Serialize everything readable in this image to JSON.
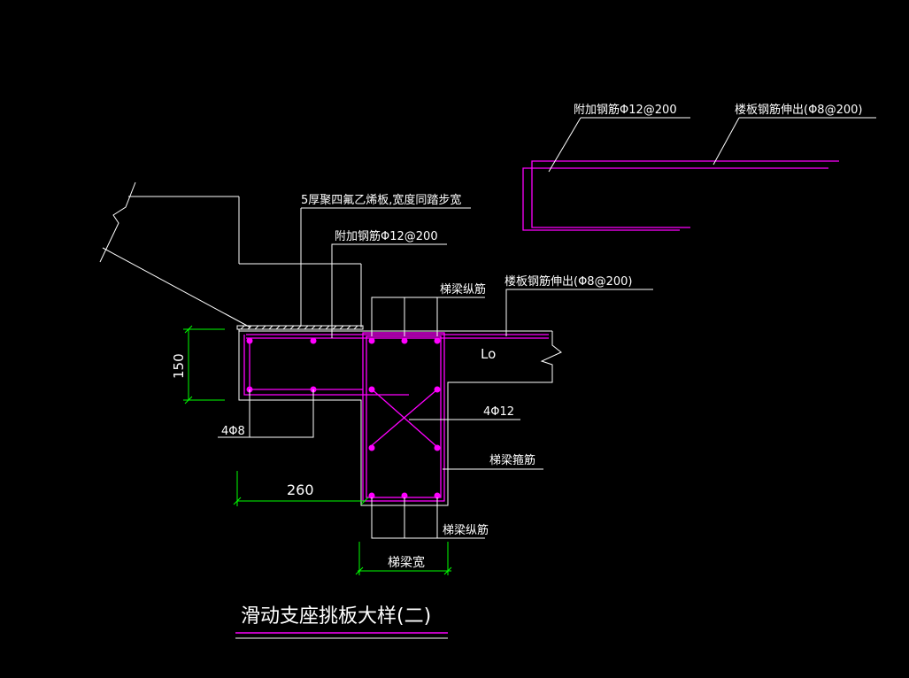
{
  "labels": {
    "top_additional_rebar": "附加钢筋Φ12@200",
    "top_slab_rebar": "楼板钢筋伸出(Φ8@200)",
    "ptfe_plate": "5厚聚四氟乙烯板,宽度同踏步宽",
    "mid_additional_rebar": "附加钢筋Φ12@200",
    "beam_long_top": "梯梁纵筋",
    "slab_rebar_ext": "楼板钢筋伸出(Φ8@200)",
    "lo": "Lo",
    "beam_bars": "4Φ12",
    "beam_stirrup": "梯梁箍筋",
    "beam_long_bottom": "梯梁纵筋",
    "beam_width": "梯梁宽",
    "slab_bars": "4Φ8",
    "dim_150": "150",
    "dim_260": "260"
  },
  "title": "滑动支座挑板大样(二)",
  "colors": {
    "background": "#000000",
    "outline": "#ffffff",
    "rebar": "#ff00ff",
    "dimension": "#00ff00"
  }
}
